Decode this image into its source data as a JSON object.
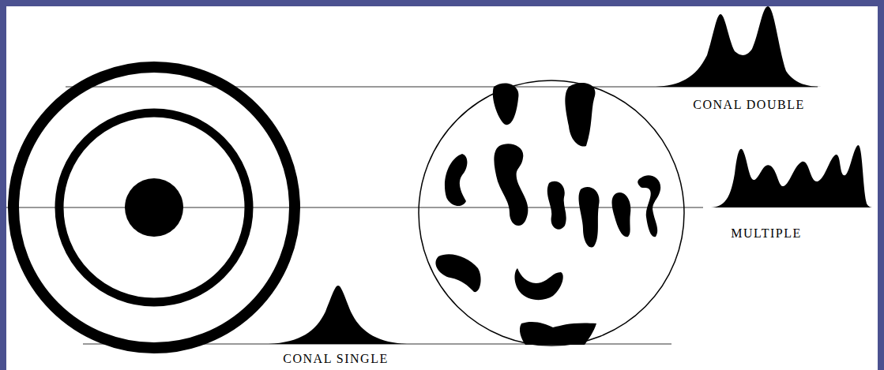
{
  "diagram": {
    "labels": [
      "CONAL DOUBLE",
      "MULTIPLE",
      "CONAL SINGLE"
    ]
  }
}
